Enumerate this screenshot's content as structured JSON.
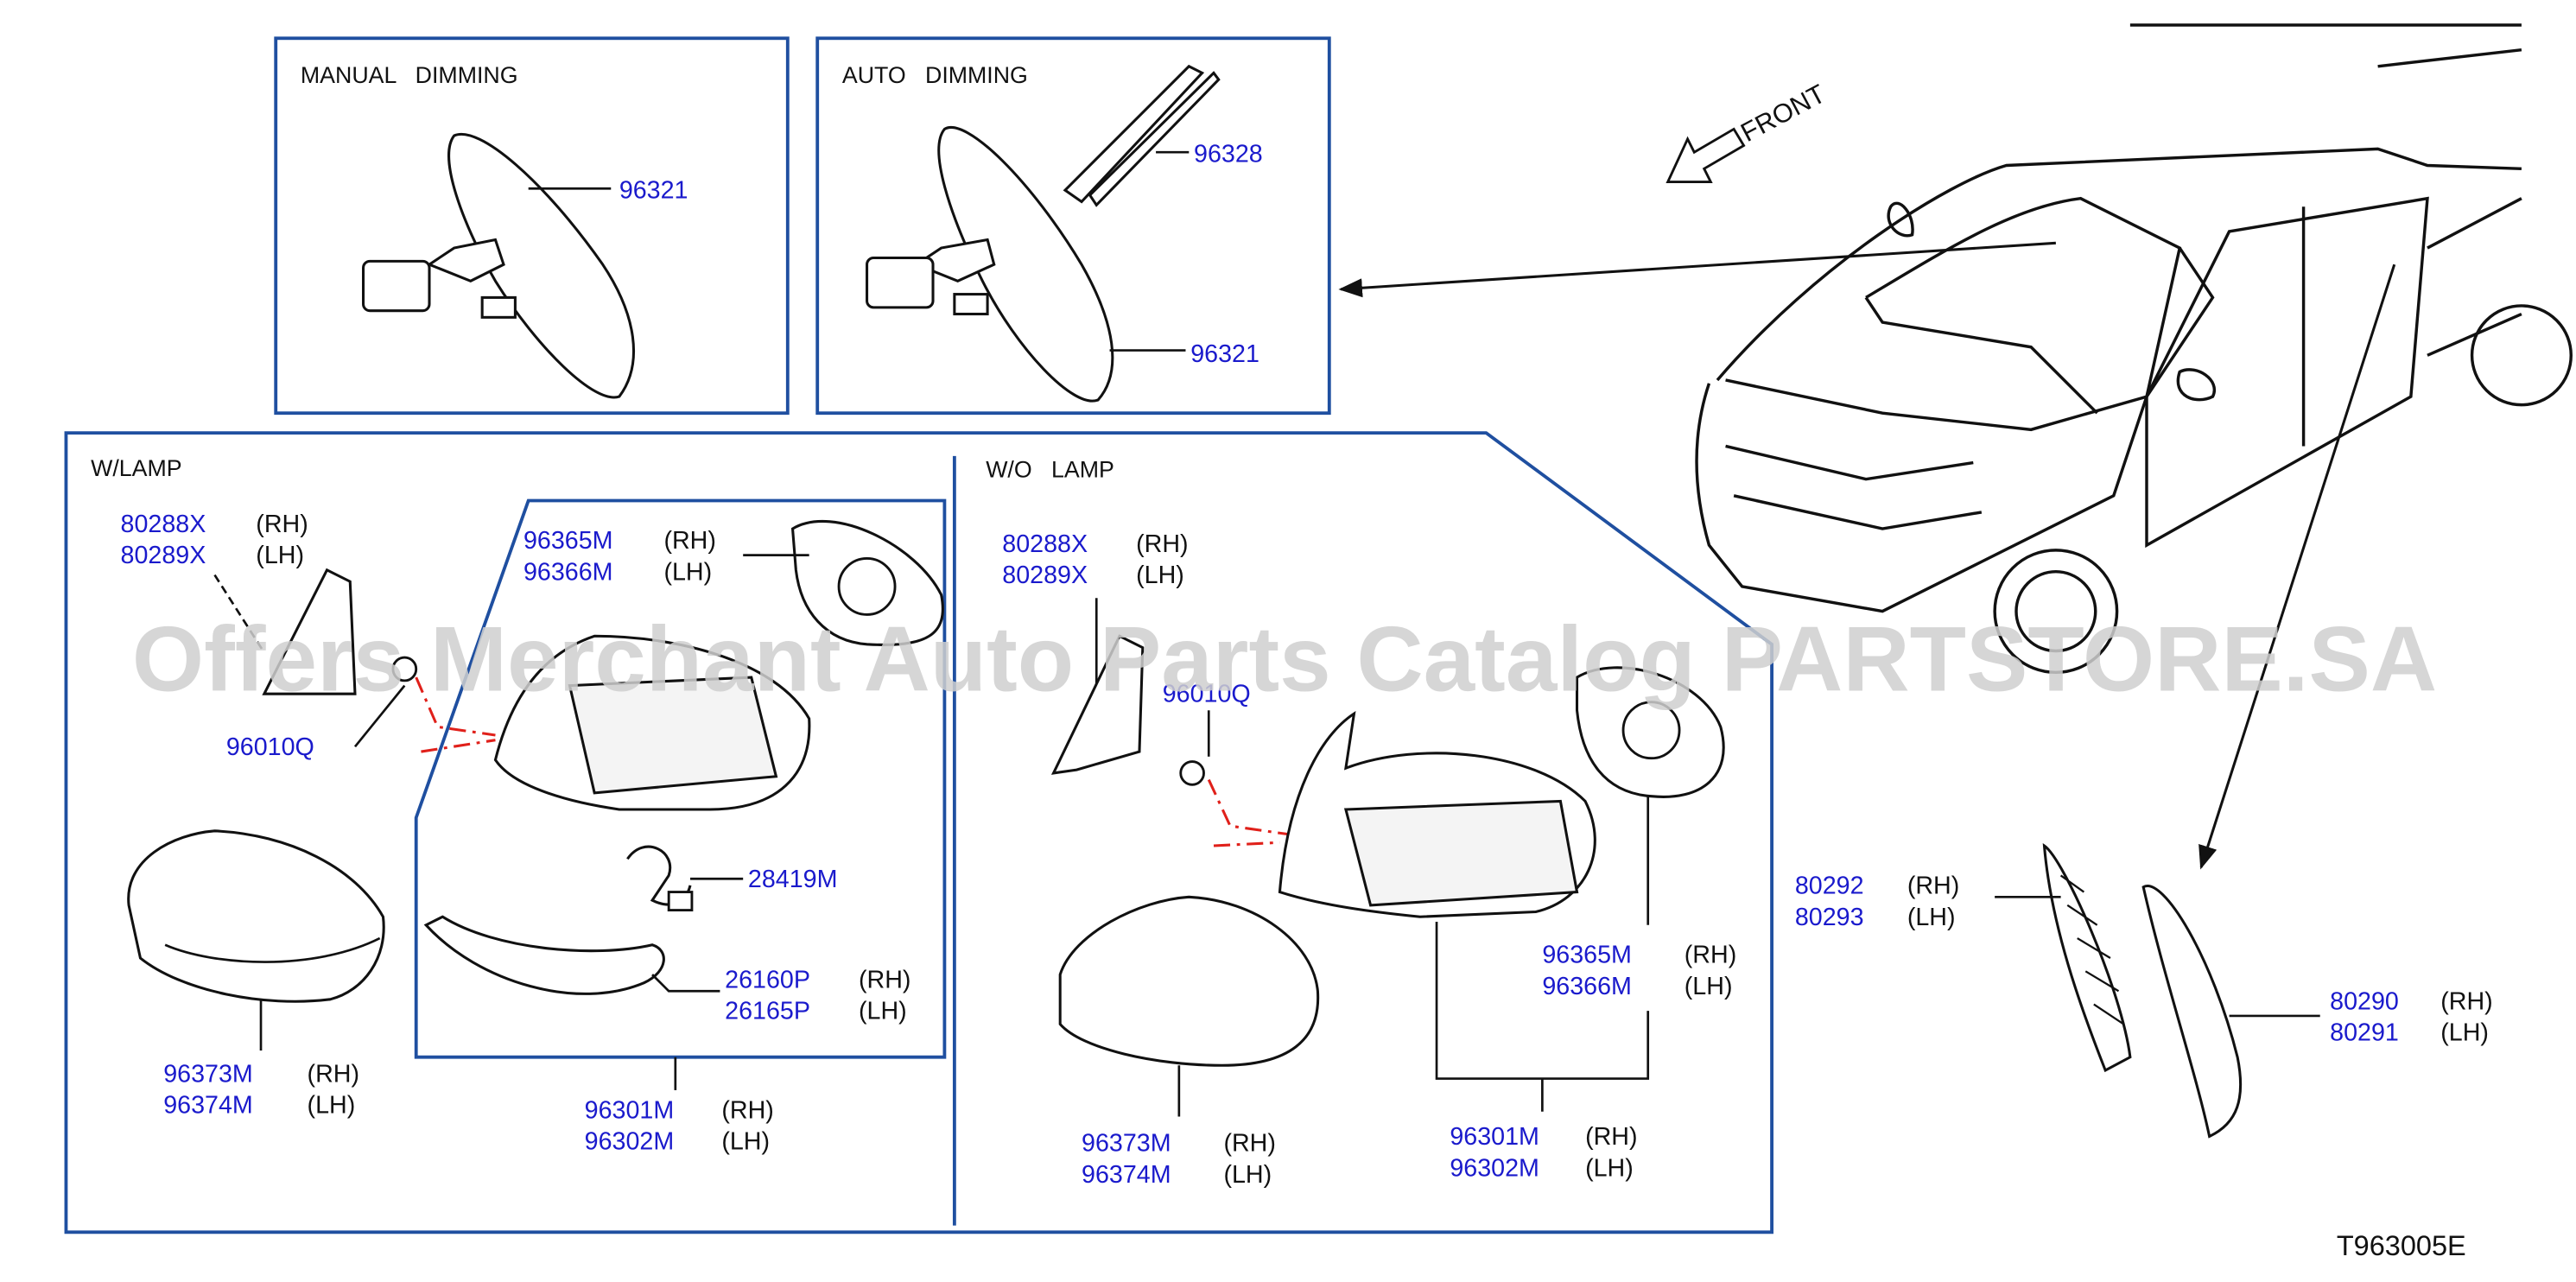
{
  "colors": {
    "part_number": "#1a1acc",
    "frame": "#1f4fa0",
    "line": "#111111",
    "watermark": "#cfcfcf",
    "guide": "#e0201a"
  },
  "watermark": "Offers Merchant Auto Parts Catalog PARTSTORE.SA",
  "diagram_id": "T963005E",
  "front_label": "FRONT",
  "inner_mirror": {
    "manual": {
      "title": "MANUAL   DIMMING",
      "part_mirror": "96321"
    },
    "auto": {
      "title": "AUTO   DIMMING",
      "part_cover": "96328",
      "part_mirror": "96321"
    }
  },
  "door_mirror_with_lamp": {
    "title": "W/LAMP",
    "base_cover_rh": "80288X",
    "base_cover_lh": "80289X",
    "screw": "96010Q",
    "glass_rh": "96365M",
    "glass_lh": "96366M",
    "harness": "28419M",
    "lamp_rh": "26160P",
    "lamp_lh": "26165P",
    "cap_rh": "96373M",
    "cap_lh": "96374M",
    "assy_rh": "96301M",
    "assy_lh": "96302M"
  },
  "door_mirror_without_lamp": {
    "title": "W/O   LAMP",
    "base_cover_rh": "80288X",
    "base_cover_lh": "80289X",
    "screw": "96010Q",
    "glass_rh": "96365M",
    "glass_lh": "96366M",
    "cap_rh": "96373M",
    "cap_lh": "96374M",
    "assy_rh": "96301M",
    "assy_lh": "96302M"
  },
  "corner_inner_rh": "80292",
  "corner_inner_lh": "80293",
  "corner_cover_rh": "80290",
  "corner_cover_lh": "80291",
  "rh": "(RH)",
  "lh": "(LH)"
}
